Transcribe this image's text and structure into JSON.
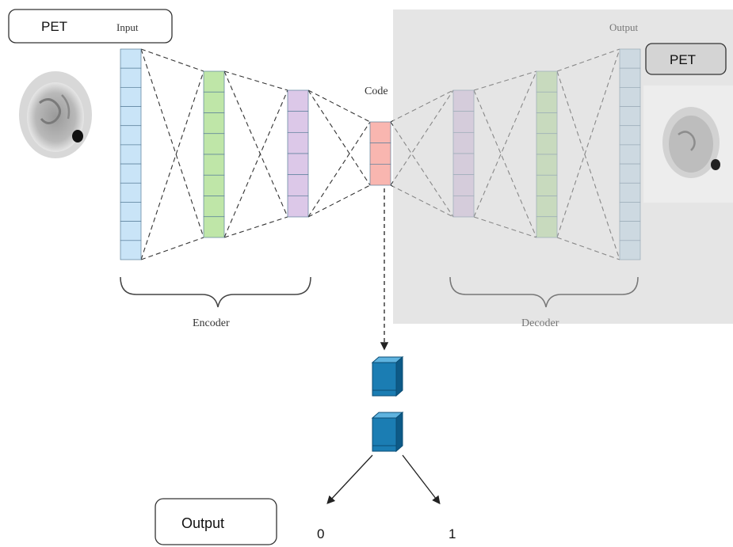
{
  "labels": {
    "input_box": "PET",
    "input_title": "Input",
    "output_box": "PET",
    "output_title": "Output",
    "code": "Code",
    "encoder": "Encoder",
    "decoder": "Decoder",
    "final_box": "Output",
    "class_zero": "0",
    "class_one": "1"
  },
  "layers": [
    {
      "name": "input-layer",
      "cells": 11,
      "color": "#c9e4f7"
    },
    {
      "name": "encoder-hidden-1",
      "cells": 8,
      "color": "#bfe6a8"
    },
    {
      "name": "encoder-hidden-2",
      "cells": 6,
      "color": "#dcc8e8"
    },
    {
      "name": "code-layer",
      "cells": 3,
      "color": "#f9b6b0"
    },
    {
      "name": "decoder-hidden-1",
      "cells": 6,
      "color": "#dcc8e8"
    },
    {
      "name": "decoder-hidden-2",
      "cells": 8,
      "color": "#bfe6a8"
    },
    {
      "name": "output-layer",
      "cells": 11,
      "color": "#c9e4f7"
    }
  ],
  "colors": {
    "decoder_overlay": "#d0d0d0",
    "cube_front": "#1b7db3",
    "cube_top": "#5fb3df",
    "cube_side": "#0d5a87"
  }
}
